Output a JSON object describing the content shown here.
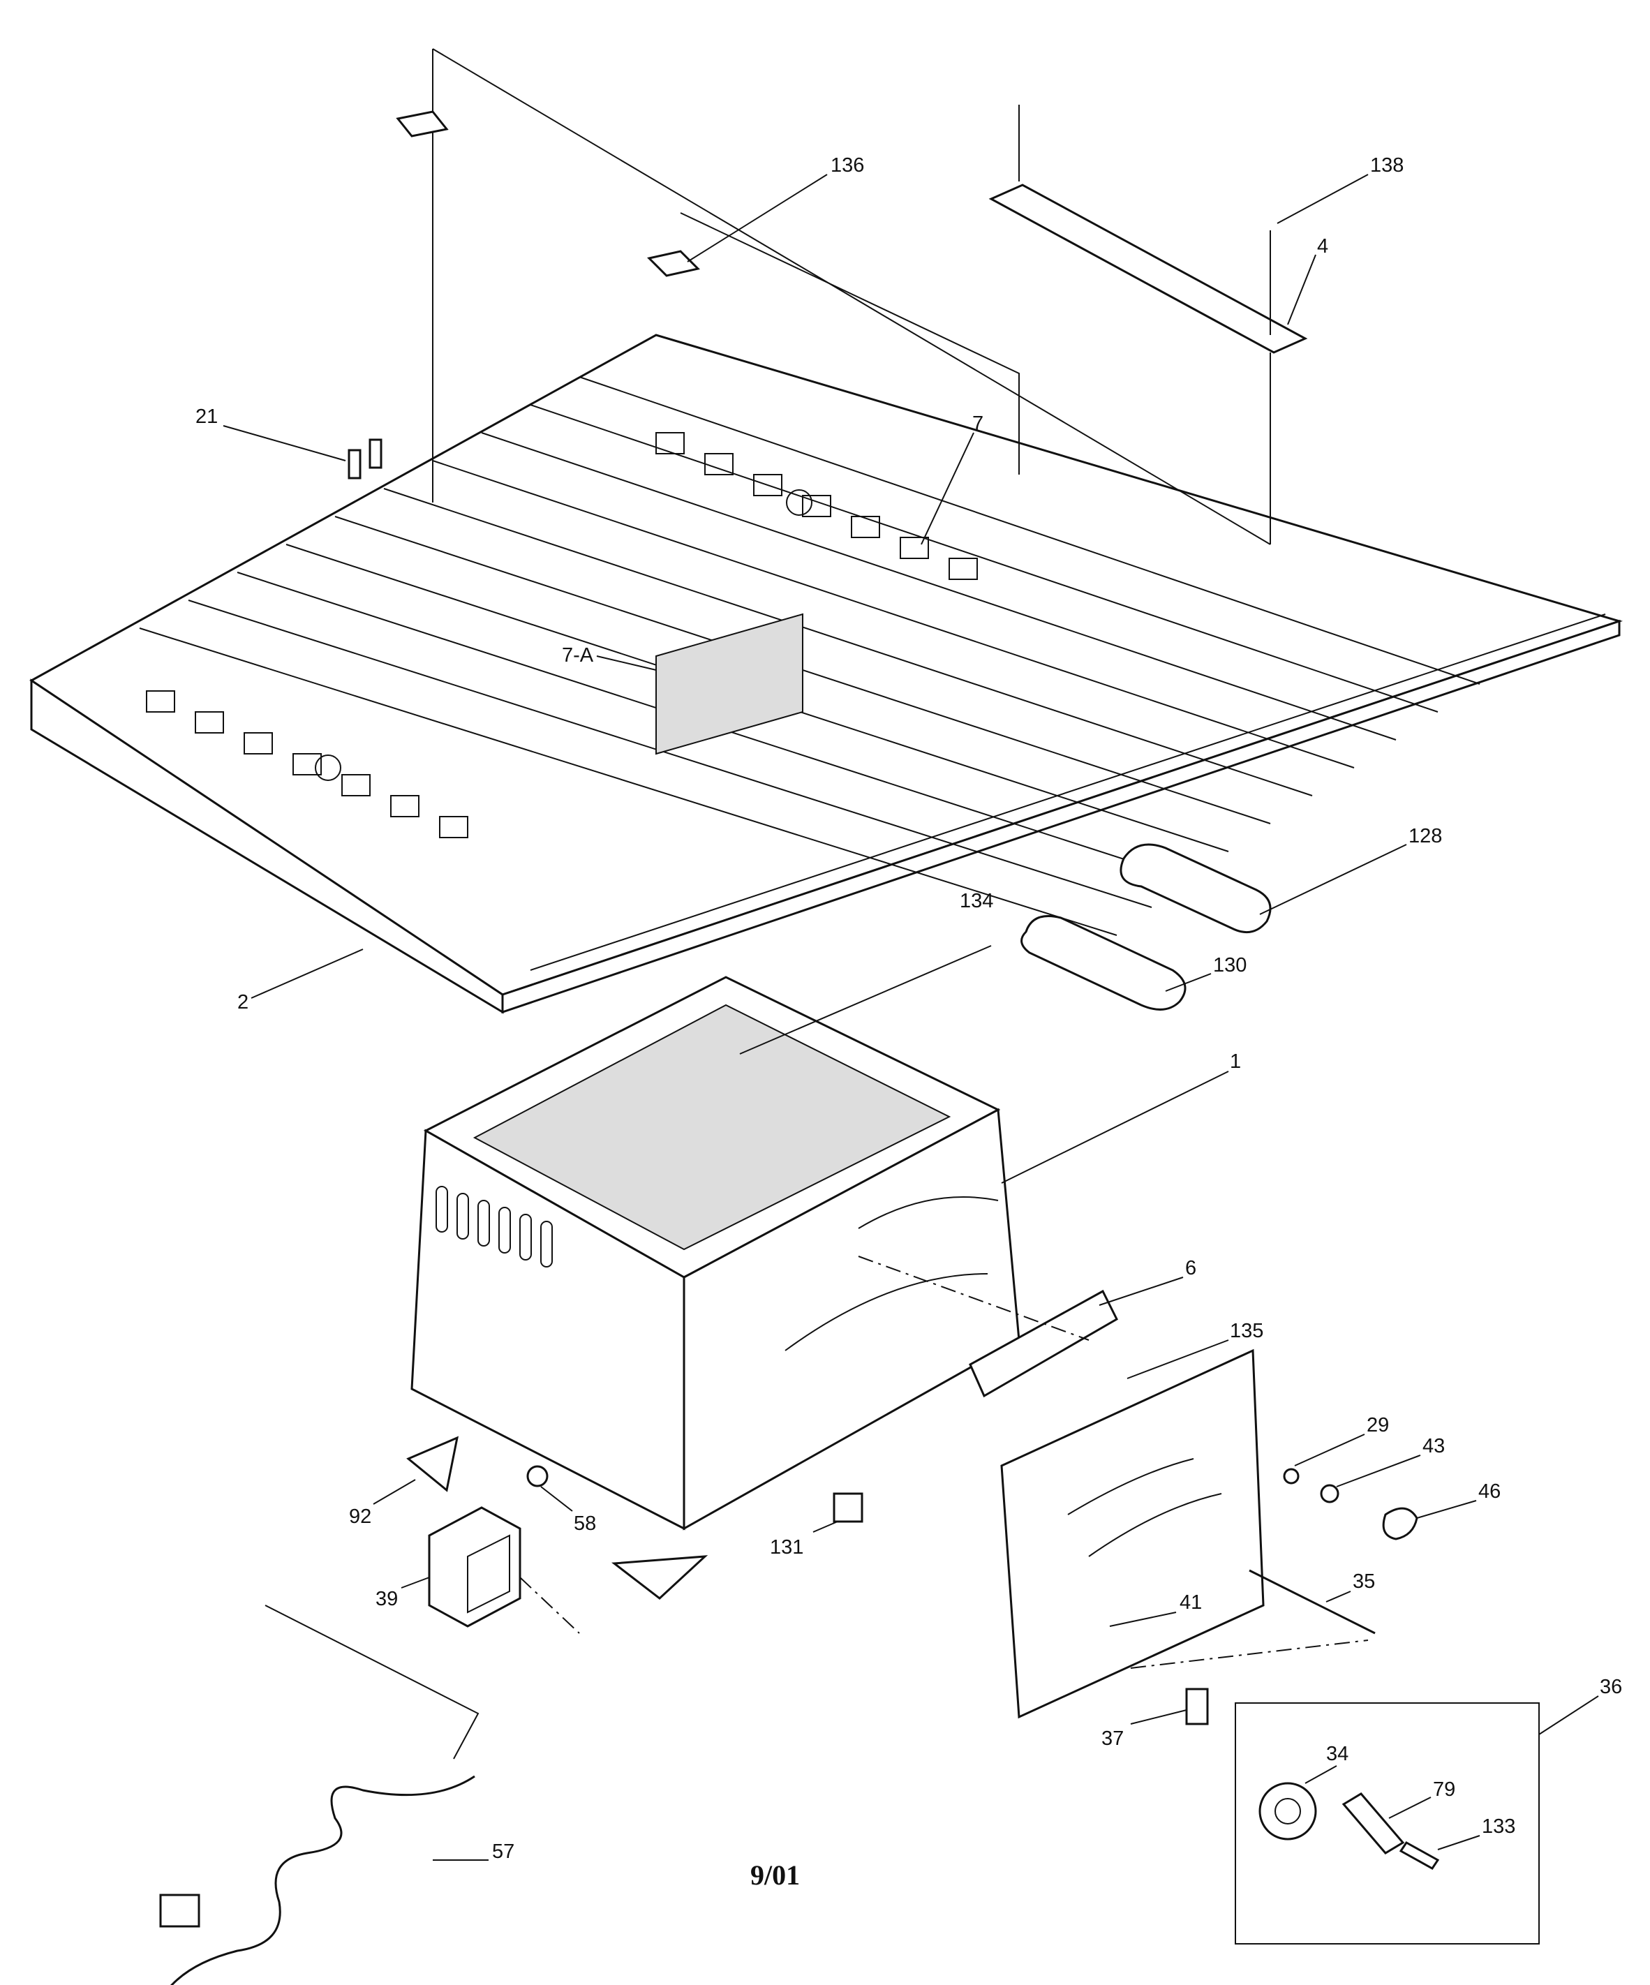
{
  "labels": {
    "p136": "136",
    "p138": "138",
    "p4": "4",
    "p21": "21",
    "p7": "7",
    "p7a": "7-A",
    "p128": "128",
    "p134": "134",
    "p130": "130",
    "p2": "2",
    "p1": "1",
    "p6": "6",
    "p135": "135",
    "p29": "29",
    "p43": "43",
    "p46": "46",
    "p92": "92",
    "p58": "58",
    "p131": "131",
    "p35": "35",
    "p39": "39",
    "p41": "41",
    "p36": "36",
    "p37": "37",
    "p34": "34",
    "p79": "79",
    "p133": "133",
    "p57": "57"
  },
  "footer": {
    "date": "9/01"
  }
}
